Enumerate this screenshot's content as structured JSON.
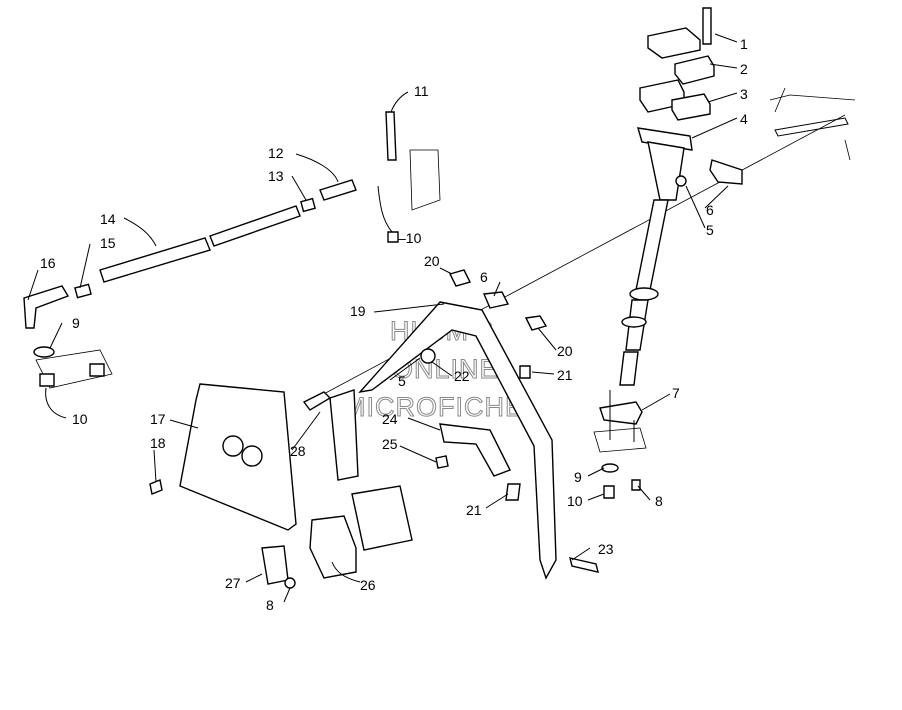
{
  "watermark": {
    "line1": "HLSM'S",
    "line2": "ONLINE",
    "line3": "MICROFICHE"
  },
  "callouts": {
    "c1": "1",
    "c2": "2",
    "c3": "3",
    "c4": "4",
    "c5a": "5",
    "c5b": "5",
    "c6a": "6",
    "c6b": "6",
    "c7": "7",
    "c8a": "8",
    "c8b": "8",
    "c9a": "9",
    "c9b": "9",
    "c10a": "–10",
    "c10b": "10",
    "c10c": "10",
    "c11": "11",
    "c12": "12",
    "c13": "13",
    "c14": "14",
    "c15": "15",
    "c16": "16",
    "c17": "17",
    "c18": "18",
    "c19": "19",
    "c20a": "20",
    "c20b": "20",
    "c21a": "21",
    "c21b": "21",
    "c22": "22",
    "c23": "23",
    "c24": "24",
    "c25": "25",
    "c26": "26",
    "c27": "27",
    "c28": "28"
  }
}
